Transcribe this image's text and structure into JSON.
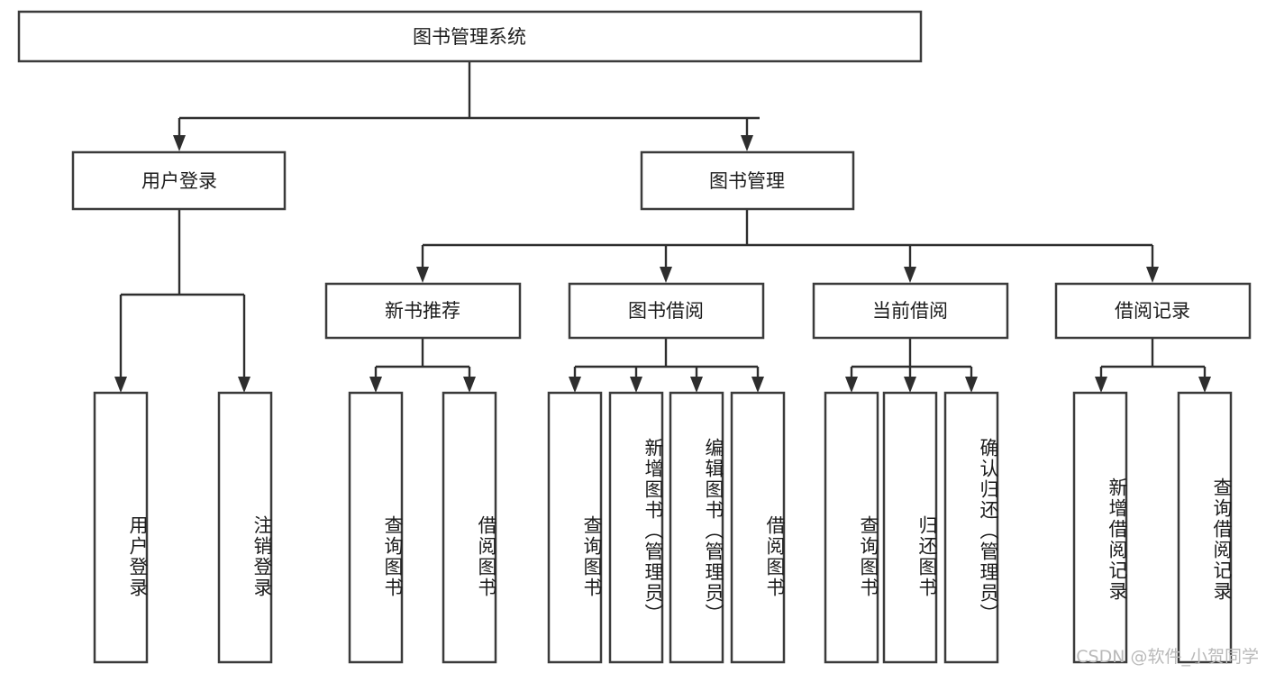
{
  "diagram": {
    "type": "tree-hierarchy",
    "title": "图书管理系统",
    "watermark": "CSDN @软件_小贺同学",
    "colors": {
      "box_stroke": "#3b3b3b",
      "box_fill": "#ffffff",
      "connector": "#2e2e2e",
      "text": "#1c1c1c",
      "watermark": "#b9b9b9",
      "background": "#ffffff"
    },
    "levels": {
      "root": {
        "label": "图书管理系统"
      },
      "level2": [
        {
          "label": "用户登录"
        },
        {
          "label": "图书管理"
        }
      ],
      "level3": [
        {
          "label": "新书推荐"
        },
        {
          "label": "图书借阅"
        },
        {
          "label": "当前借阅"
        },
        {
          "label": "借阅记录"
        }
      ],
      "level4": {
        "user_login": [
          {
            "label": "用户登录"
          },
          {
            "label": "注销登录"
          }
        ],
        "new_book_recommend": [
          {
            "label": "查询图书"
          },
          {
            "label": "借阅图书"
          }
        ],
        "book_borrow": [
          {
            "label": "查询图书"
          },
          {
            "label": "新增图书（管理员）"
          },
          {
            "label": "编辑图书（管理员）"
          },
          {
            "label": "借阅图书"
          }
        ],
        "current_borrow": [
          {
            "label": "查询图书"
          },
          {
            "label": "归还图书"
          },
          {
            "label": "确认归还（管理员）"
          }
        ],
        "borrow_record": [
          {
            "label": "新增借阅记录"
          },
          {
            "label": "查询借阅记录"
          }
        ]
      }
    }
  }
}
